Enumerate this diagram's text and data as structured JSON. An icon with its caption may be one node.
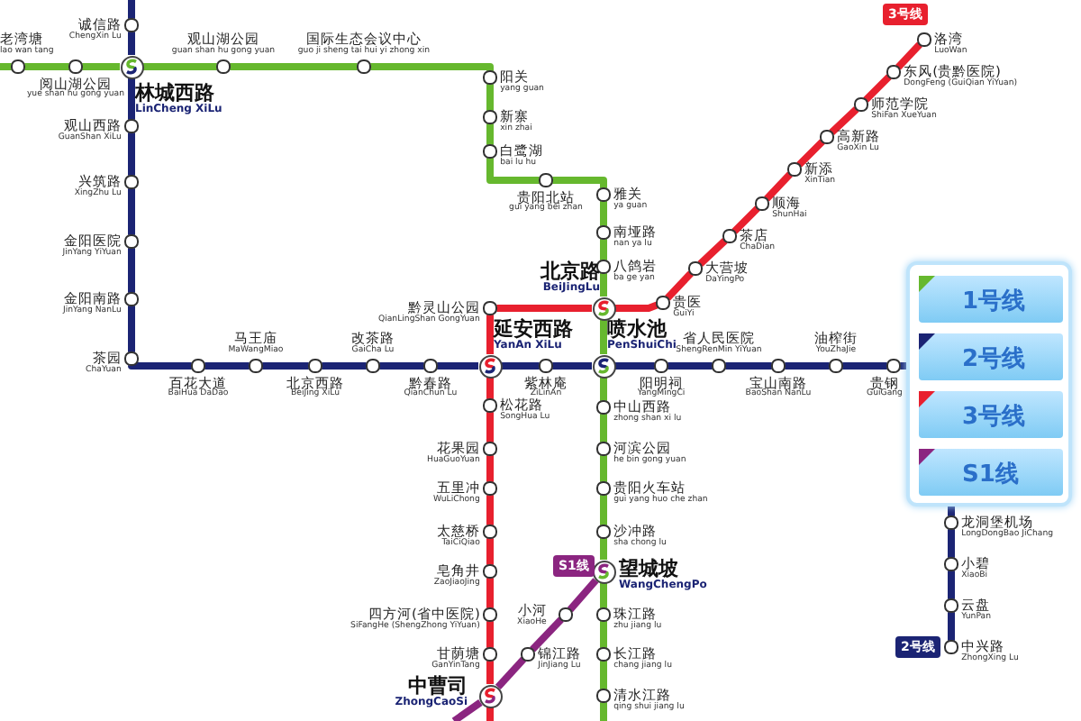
{
  "diagram": {
    "nodes": [
      {
        "text": [
          "老湾塘",
          "lao wan tang"
        ]
      },
      {
        "text": [
          "阅山湖公园",
          "yue shan hu gong yuan"
        ]
      },
      {
        "text": [
          "林城西路",
          "LinCheng XiLu"
        ]
      },
      {
        "text": [
          "诚信路",
          "ChengXin Lu"
        ]
      },
      {
        "text": [
          "观山湖公园",
          "guan shan hu gong yuan"
        ]
      },
      {
        "text": [
          "国际生态会议中心",
          "guo ji sheng tai hui yi zhong xin"
        ]
      },
      {
        "text": [
          "阳关",
          "yang guan"
        ]
      },
      {
        "text": [
          "新寨",
          "xin zhai"
        ]
      },
      {
        "text": [
          "白鹭湖",
          "bai lu hu"
        ]
      },
      {
        "text": [
          "贵阳北站",
          "gui yang bei zhan"
        ]
      },
      {
        "text": [
          "雅关",
          "ya guan"
        ]
      },
      {
        "text": [
          "南垭路",
          "nan ya lu"
        ]
      },
      {
        "text": [
          "八鸽岩",
          "ba ge yan"
        ]
      },
      {
        "text": [
          "北京路",
          "BeiJingLu"
        ]
      },
      {
        "text": [
          "喷水池",
          "PenShuiChi"
        ]
      },
      {
        "text": [
          "中山西路",
          "zhong shan xi lu"
        ]
      },
      {
        "text": [
          "河滨公园",
          "he bin gong yuan"
        ]
      },
      {
        "text": [
          "贵阳火车站",
          "gui yang huo che zhan"
        ]
      },
      {
        "text": [
          "沙冲路",
          "sha chong lu"
        ]
      },
      {
        "text": [
          "望城坡",
          "WangChengPo"
        ]
      },
      {
        "text": [
          "珠江路",
          "zhu jiang lu"
        ]
      },
      {
        "text": [
          "长江路",
          "chang jiang lu"
        ]
      },
      {
        "text": [
          "清水江路",
          "qing shui jiang lu"
        ]
      },
      {
        "text": [
          "观山西路",
          "GuanShan XiLu"
        ]
      },
      {
        "text": [
          "兴筑路",
          "XingZhu Lu"
        ]
      },
      {
        "text": [
          "金阳医院",
          "JinYang YiYuan"
        ]
      },
      {
        "text": [
          "金阳南路",
          "JinYang NanLu"
        ]
      },
      {
        "text": [
          "茶园",
          "ChaYuan"
        ]
      },
      {
        "text": [
          "百花大道",
          "BaiHua DaDao"
        ]
      },
      {
        "text": [
          "马王庙",
          "MaWangMiao"
        ]
      },
      {
        "text": [
          "北京西路",
          "BeiJing XiLu"
        ]
      },
      {
        "text": [
          "改茶路",
          "GaiCha Lu"
        ]
      },
      {
        "text": [
          "黔春路",
          "QianChun Lu"
        ]
      },
      {
        "text": [
          "延安西路",
          "YanAn XiLu"
        ]
      },
      {
        "text": [
          "紫林庵",
          "ZiLinAn"
        ]
      },
      {
        "text": [
          "阳明祠",
          "YangMingCi"
        ]
      },
      {
        "text": [
          "省人民医院",
          "ShengRenMin YiYuan"
        ]
      },
      {
        "text": [
          "宝山南路",
          "BaoShan NanLu"
        ]
      },
      {
        "text": [
          "油榨街",
          "YouZhaJie"
        ]
      },
      {
        "text": [
          "贵钢",
          "GuiGang"
        ]
      },
      {
        "text": [
          "龙洞堡机场",
          "LongDongBao JiChang"
        ]
      },
      {
        "text": [
          "小碧",
          "XiaoBi"
        ]
      },
      {
        "text": [
          "云盘",
          "YunPan"
        ]
      },
      {
        "text": [
          "中兴路",
          "ZhongXing Lu"
        ]
      },
      {
        "text": [
          "洛湾",
          "LuoWan"
        ]
      },
      {
        "text": [
          "东风(贵黔医院)",
          "DongFeng (GuiQian YiYuan)"
        ]
      },
      {
        "text": [
          "师范学院",
          "ShiFan XueYuan"
        ]
      },
      {
        "text": [
          "高新路",
          "GaoXin Lu"
        ]
      },
      {
        "text": [
          "新添",
          "XinTian"
        ]
      },
      {
        "text": [
          "顺海",
          "ShunHai"
        ]
      },
      {
        "text": [
          "茶店",
          "ChaDian"
        ]
      },
      {
        "text": [
          "大营坡",
          "DaYingPo"
        ]
      },
      {
        "text": [
          "贵医",
          "GuiYi"
        ]
      },
      {
        "text": [
          "黔灵山公园",
          "QianLingShan GongYuan"
        ]
      },
      {
        "text": [
          "松花路",
          "SongHua Lu"
        ]
      },
      {
        "text": [
          "花果园",
          "HuaGuoYuan"
        ]
      },
      {
        "text": [
          "五里冲",
          "WuLiChong"
        ]
      },
      {
        "text": [
          "太慈桥",
          "TaiCiQiao"
        ]
      },
      {
        "text": [
          "皂角井",
          "ZaoJiaoJing"
        ]
      },
      {
        "text": [
          "四方河(省中医院)",
          "SiFangHe (ShengZhong YiYuan)"
        ]
      },
      {
        "text": [
          "甘荫塘",
          "GanYinTang"
        ]
      },
      {
        "text": [
          "中曹司",
          "ZhongCaoSi"
        ]
      },
      {
        "text": [
          "锦江路",
          "JinJiang Lu"
        ]
      },
      {
        "text": [
          "小河",
          "XiaoHe"
        ]
      }
    ],
    "edges": [
      {
        "from": null,
        "to": 0,
        "arrow": "none",
        "color": "#66b82e"
      },
      {
        "from": 0,
        "to": 1,
        "arrow": "none",
        "color": "#66b82e"
      },
      {
        "from": 1,
        "to": 2,
        "arrow": "none",
        "color": "#66b82e"
      },
      {
        "from": 2,
        "to": 4,
        "arrow": "none",
        "color": "#66b82e"
      },
      {
        "from": 4,
        "to": 5,
        "arrow": "none",
        "color": "#66b82e"
      },
      {
        "from": 5,
        "to": 6,
        "arrow": "none",
        "color": "#66b82e"
      },
      {
        "from": 6,
        "to": 7,
        "arrow": "none",
        "color": "#66b82e"
      },
      {
        "from": 7,
        "to": 8,
        "arrow": "none",
        "color": "#66b82e"
      },
      {
        "from": 8,
        "to": 9,
        "arrow": "none",
        "color": "#66b82e"
      },
      {
        "from": 9,
        "to": 10,
        "arrow": "none",
        "color": "#66b82e"
      },
      {
        "from": 10,
        "to": 11,
        "arrow": "none",
        "color": "#66b82e"
      },
      {
        "from": 11,
        "to": 12,
        "arrow": "none",
        "color": "#66b82e"
      },
      {
        "from": 12,
        "to": 13,
        "arrow": "none",
        "color": "#66b82e"
      },
      {
        "from": 13,
        "to": 14,
        "arrow": "none",
        "color": "#66b82e"
      },
      {
        "from": 14,
        "to": 15,
        "arrow": "none",
        "color": "#66b82e"
      },
      {
        "from": 15,
        "to": 16,
        "arrow": "none",
        "color": "#66b82e"
      },
      {
        "from": 16,
        "to": 17,
        "arrow": "none",
        "color": "#66b82e"
      },
      {
        "from": 17,
        "to": 18,
        "arrow": "none",
        "color": "#66b82e"
      },
      {
        "from": 18,
        "to": 19,
        "arrow": "none",
        "color": "#66b82e"
      },
      {
        "from": 19,
        "to": 20,
        "arrow": "none",
        "color": "#66b82e"
      },
      {
        "from": 20,
        "to": 21,
        "arrow": "none",
        "color": "#66b82e"
      },
      {
        "from": 21,
        "to": 22,
        "arrow": "none",
        "color": "#66b82e"
      },
      {
        "from": 22,
        "to": null,
        "arrow": "none",
        "color": "#66b82e"
      },
      {
        "from": null,
        "to": 3,
        "arrow": "none",
        "color": "#1b2474"
      },
      {
        "from": 3,
        "to": 2,
        "arrow": "none",
        "color": "#1b2474"
      },
      {
        "from": 2,
        "to": 23,
        "arrow": "none",
        "color": "#1b2474"
      },
      {
        "from": 23,
        "to": 24,
        "arrow": "none",
        "color": "#1b2474"
      },
      {
        "from": 24,
        "to": 25,
        "arrow": "none",
        "color": "#1b2474"
      },
      {
        "from": 25,
        "to": 26,
        "arrow": "none",
        "color": "#1b2474"
      },
      {
        "from": 26,
        "to": 27,
        "arrow": "none",
        "color": "#1b2474"
      },
      {
        "from": 27,
        "to": 28,
        "arrow": "none",
        "color": "#1b2474"
      },
      {
        "from": 28,
        "to": 29,
        "arrow": "none",
        "color": "#1b2474"
      },
      {
        "from": 29,
        "to": 30,
        "arrow": "none",
        "color": "#1b2474"
      },
      {
        "from": 30,
        "to": 31,
        "arrow": "none",
        "color": "#1b2474"
      },
      {
        "from": 31,
        "to": 32,
        "arrow": "none",
        "color": "#1b2474"
      },
      {
        "from": 32,
        "to": 33,
        "arrow": "none",
        "color": "#1b2474"
      },
      {
        "from": 33,
        "to": 34,
        "arrow": "none",
        "color": "#1b2474"
      },
      {
        "from": 34,
        "to": 14,
        "arrow": "none",
        "color": "#1b2474"
      },
      {
        "from": 14,
        "to": 35,
        "arrow": "none",
        "color": "#1b2474"
      },
      {
        "from": 35,
        "to": 36,
        "arrow": "none",
        "color": "#1b2474"
      },
      {
        "from": 36,
        "to": 37,
        "arrow": "none",
        "color": "#1b2474"
      },
      {
        "from": 37,
        "to": 38,
        "arrow": "none",
        "color": "#1b2474"
      },
      {
        "from": 38,
        "to": 39,
        "arrow": "none",
        "color": "#1b2474"
      },
      {
        "from": 39,
        "to": 40,
        "arrow": "none",
        "color": "#1b2474"
      },
      {
        "from": 40,
        "to": 41,
        "arrow": "none",
        "color": "#1b2474"
      },
      {
        "from": 41,
        "to": 42,
        "arrow": "none",
        "color": "#1b2474"
      },
      {
        "from": 42,
        "to": 43,
        "arrow": "none",
        "color": "#1b2474"
      },
      {
        "from": 44,
        "to": 45,
        "arrow": "none",
        "color": "#e8202e"
      },
      {
        "from": 45,
        "to": 46,
        "arrow": "none",
        "color": "#e8202e"
      },
      {
        "from": 46,
        "to": 47,
        "arrow": "none",
        "color": "#e8202e"
      },
      {
        "from": 47,
        "to": 48,
        "arrow": "none",
        "color": "#e8202e"
      },
      {
        "from": 48,
        "to": 49,
        "arrow": "none",
        "color": "#e8202e"
      },
      {
        "from": 49,
        "to": 50,
        "arrow": "none",
        "color": "#e8202e"
      },
      {
        "from": 50,
        "to": 51,
        "arrow": "none",
        "color": "#e8202e"
      },
      {
        "from": 51,
        "to": 52,
        "arrow": "none",
        "color": "#e8202e"
      },
      {
        "from": 52,
        "to": 13,
        "arrow": "none",
        "color": "#e8202e"
      },
      {
        "from": 13,
        "to": 53,
        "arrow": "none",
        "color": "#e8202e"
      },
      {
        "from": 53,
        "to": 33,
        "arrow": "none",
        "color": "#e8202e"
      },
      {
        "from": 33,
        "to": 54,
        "arrow": "none",
        "color": "#e8202e"
      },
      {
        "from": 54,
        "to": 55,
        "arrow": "none",
        "color": "#e8202e"
      },
      {
        "from": 55,
        "to": 56,
        "arrow": "none",
        "color": "#e8202e"
      },
      {
        "from": 56,
        "to": 57,
        "arrow": "none",
        "color": "#e8202e"
      },
      {
        "from": 57,
        "to": 58,
        "arrow": "none",
        "color": "#e8202e"
      },
      {
        "from": 58,
        "to": 59,
        "arrow": "none",
        "color": "#e8202e"
      },
      {
        "from": 59,
        "to": 60,
        "arrow": "none",
        "color": "#e8202e"
      },
      {
        "from": 60,
        "to": 61,
        "arrow": "none",
        "color": "#e8202e"
      },
      {
        "from": 61,
        "to": null,
        "arrow": "none",
        "color": "#e8202e"
      },
      {
        "from": null,
        "to": 61,
        "arrow": "none",
        "color": "#8b2580"
      },
      {
        "from": 61,
        "to": 62,
        "arrow": "none",
        "color": "#8b2580"
      },
      {
        "from": 62,
        "to": 63,
        "arrow": "none",
        "color": "#8b2580"
      },
      {
        "from": 63,
        "to": 19,
        "arrow": "none",
        "color": "#8b2580"
      }
    ],
    "labels": [
      "3号线",
      "S1线",
      "2号线"
    ],
    "legend": [
      {
        "text": "1号线",
        "color": "#66b82e"
      },
      {
        "text": "2号线",
        "color": "#1b2474"
      },
      {
        "text": "3号线",
        "color": "#e8202e"
      },
      {
        "text": "S1线",
        "color": "#8b2580"
      }
    ]
  }
}
